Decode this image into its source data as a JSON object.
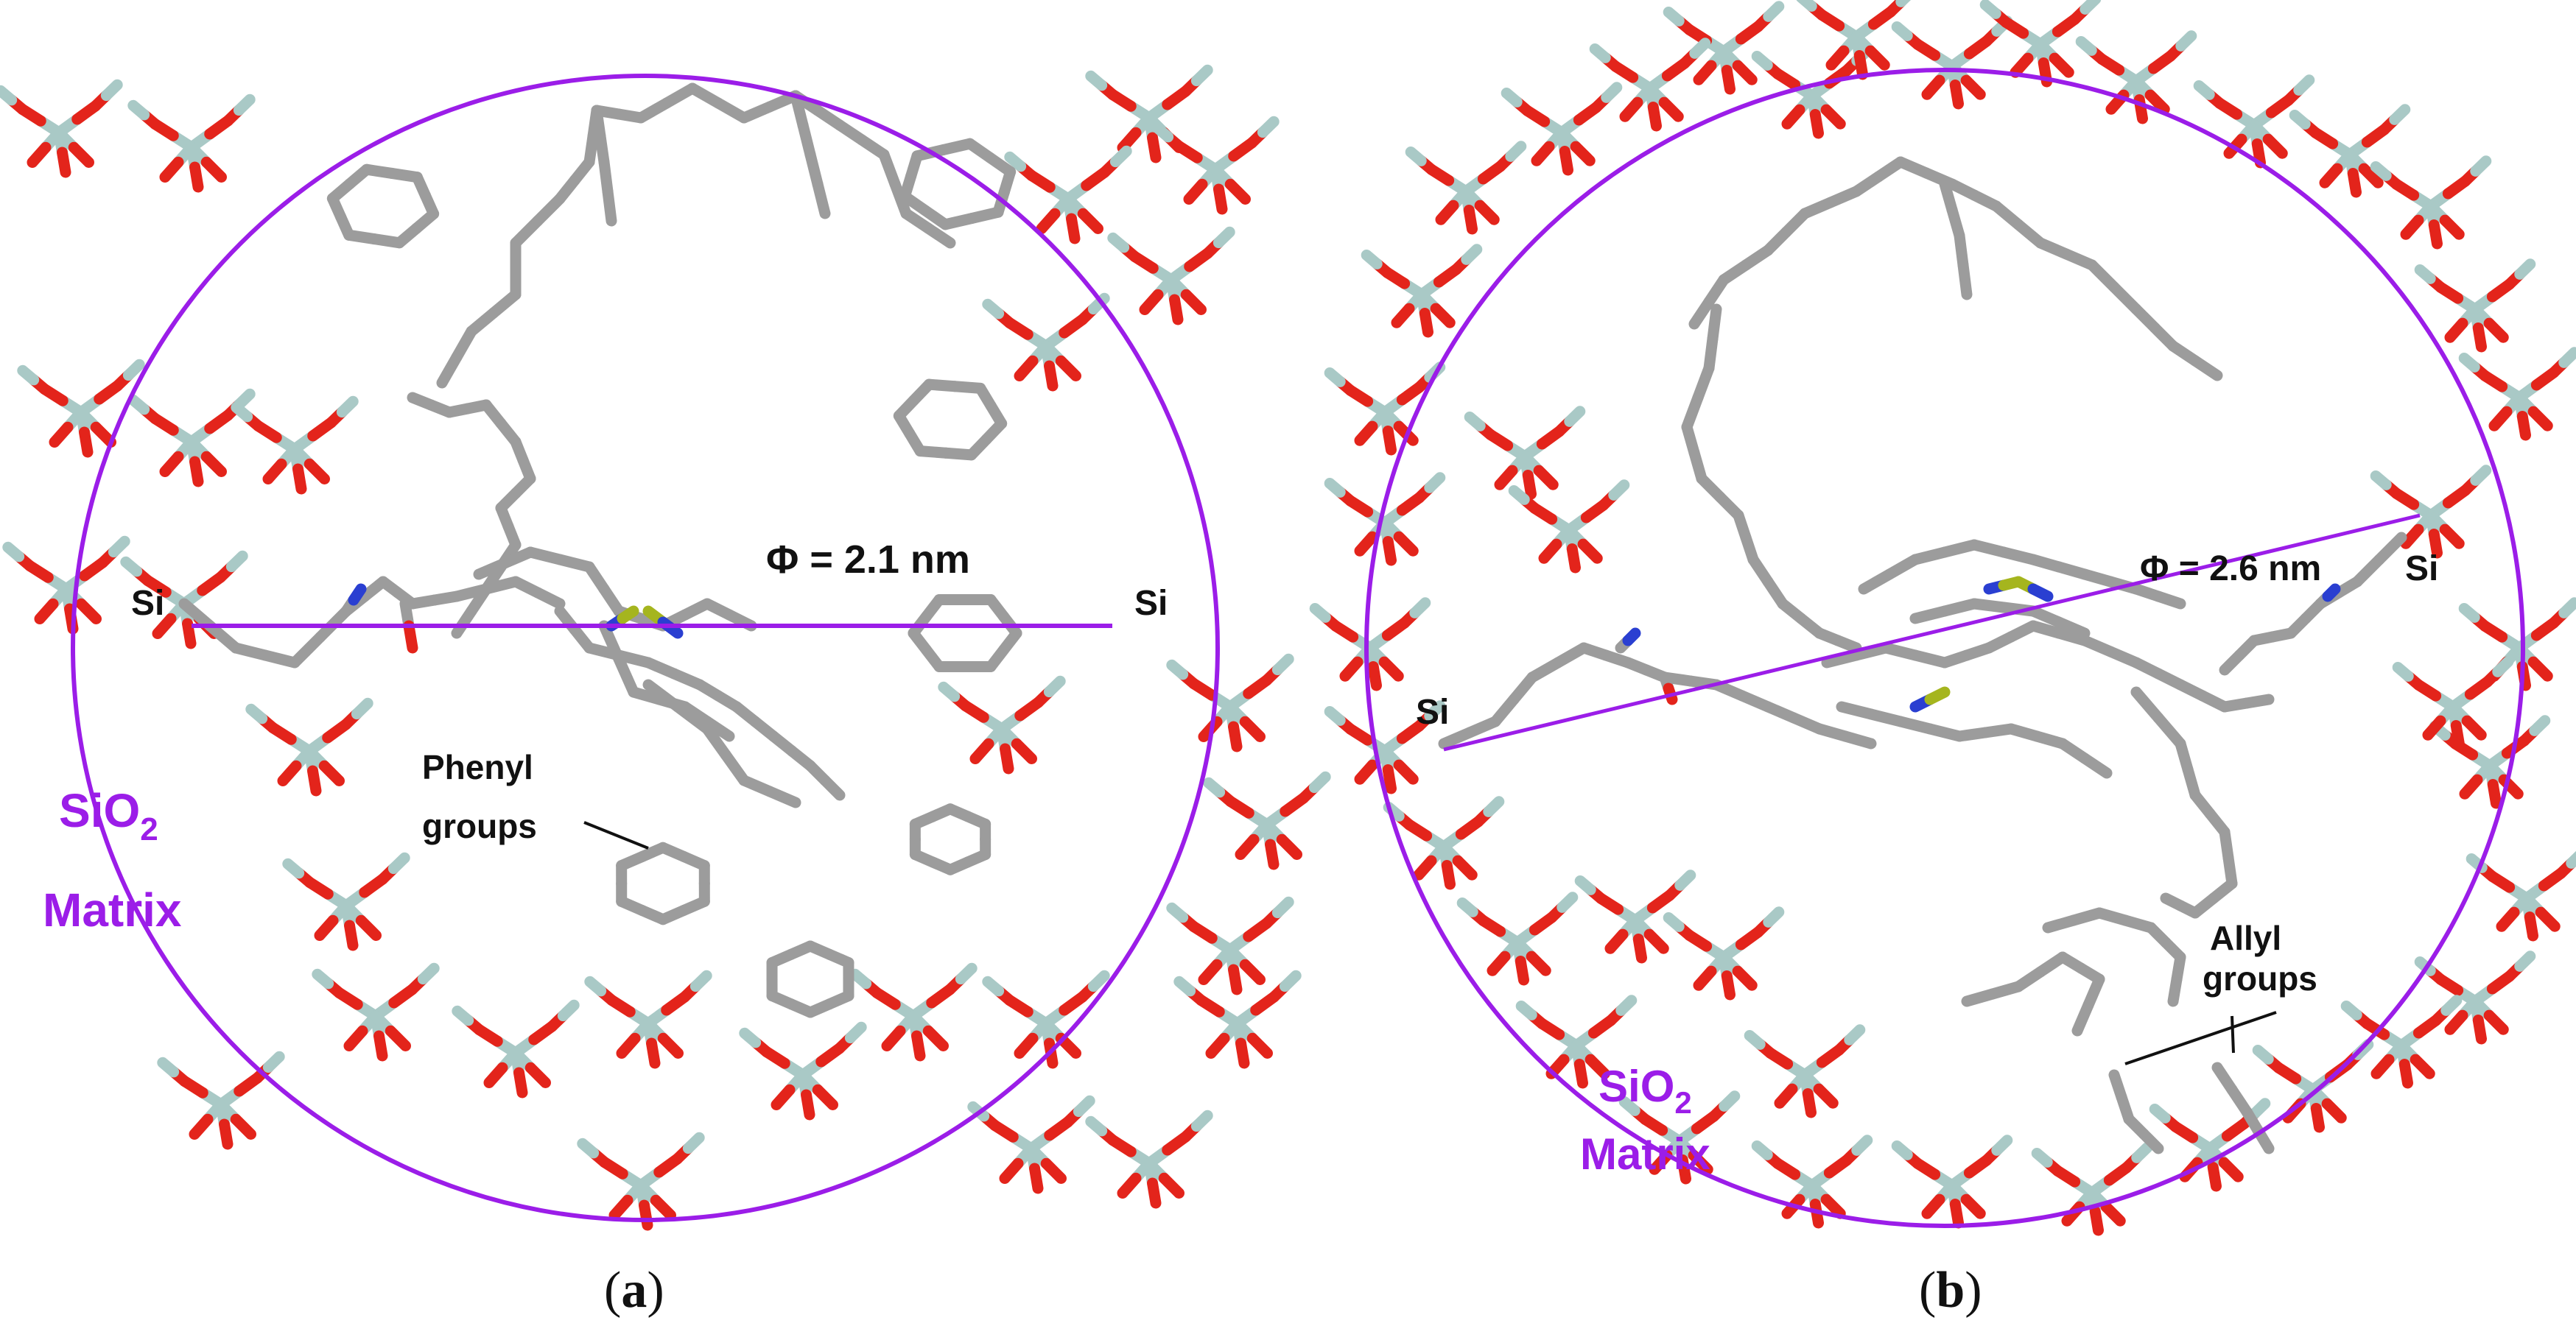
{
  "colors": {
    "accent_purple": "#9b1de8",
    "carbon_gray": "#9c9c9c",
    "oxygen_red": "#e3241b",
    "silicon_teal": "#a9c9c6",
    "nitrogen_blue": "#2a3fd1",
    "metal_green": "#a5b51e"
  },
  "panels": [
    {
      "caption_open": "(",
      "caption_letter": "a",
      "caption_close": ")",
      "diameter_label": "Φ = 2.1 nm",
      "si_left": "Si",
      "si_right": "Si",
      "group_line1": "Phenyl",
      "group_line2": "groups",
      "matrix_line1_main": "SiO",
      "matrix_line1_sub": "2",
      "matrix_line2": "Matrix"
    },
    {
      "caption_open": "(",
      "caption_letter": "b",
      "caption_close": ")",
      "diameter_label": "Φ = 2.6 nm",
      "si_left": "Si",
      "si_right": "Si",
      "group_line1": "Allyl",
      "group_line2": "groups",
      "matrix_line1_main": "SiO",
      "matrix_line1_sub": "2",
      "matrix_line2": "Matrix"
    }
  ]
}
